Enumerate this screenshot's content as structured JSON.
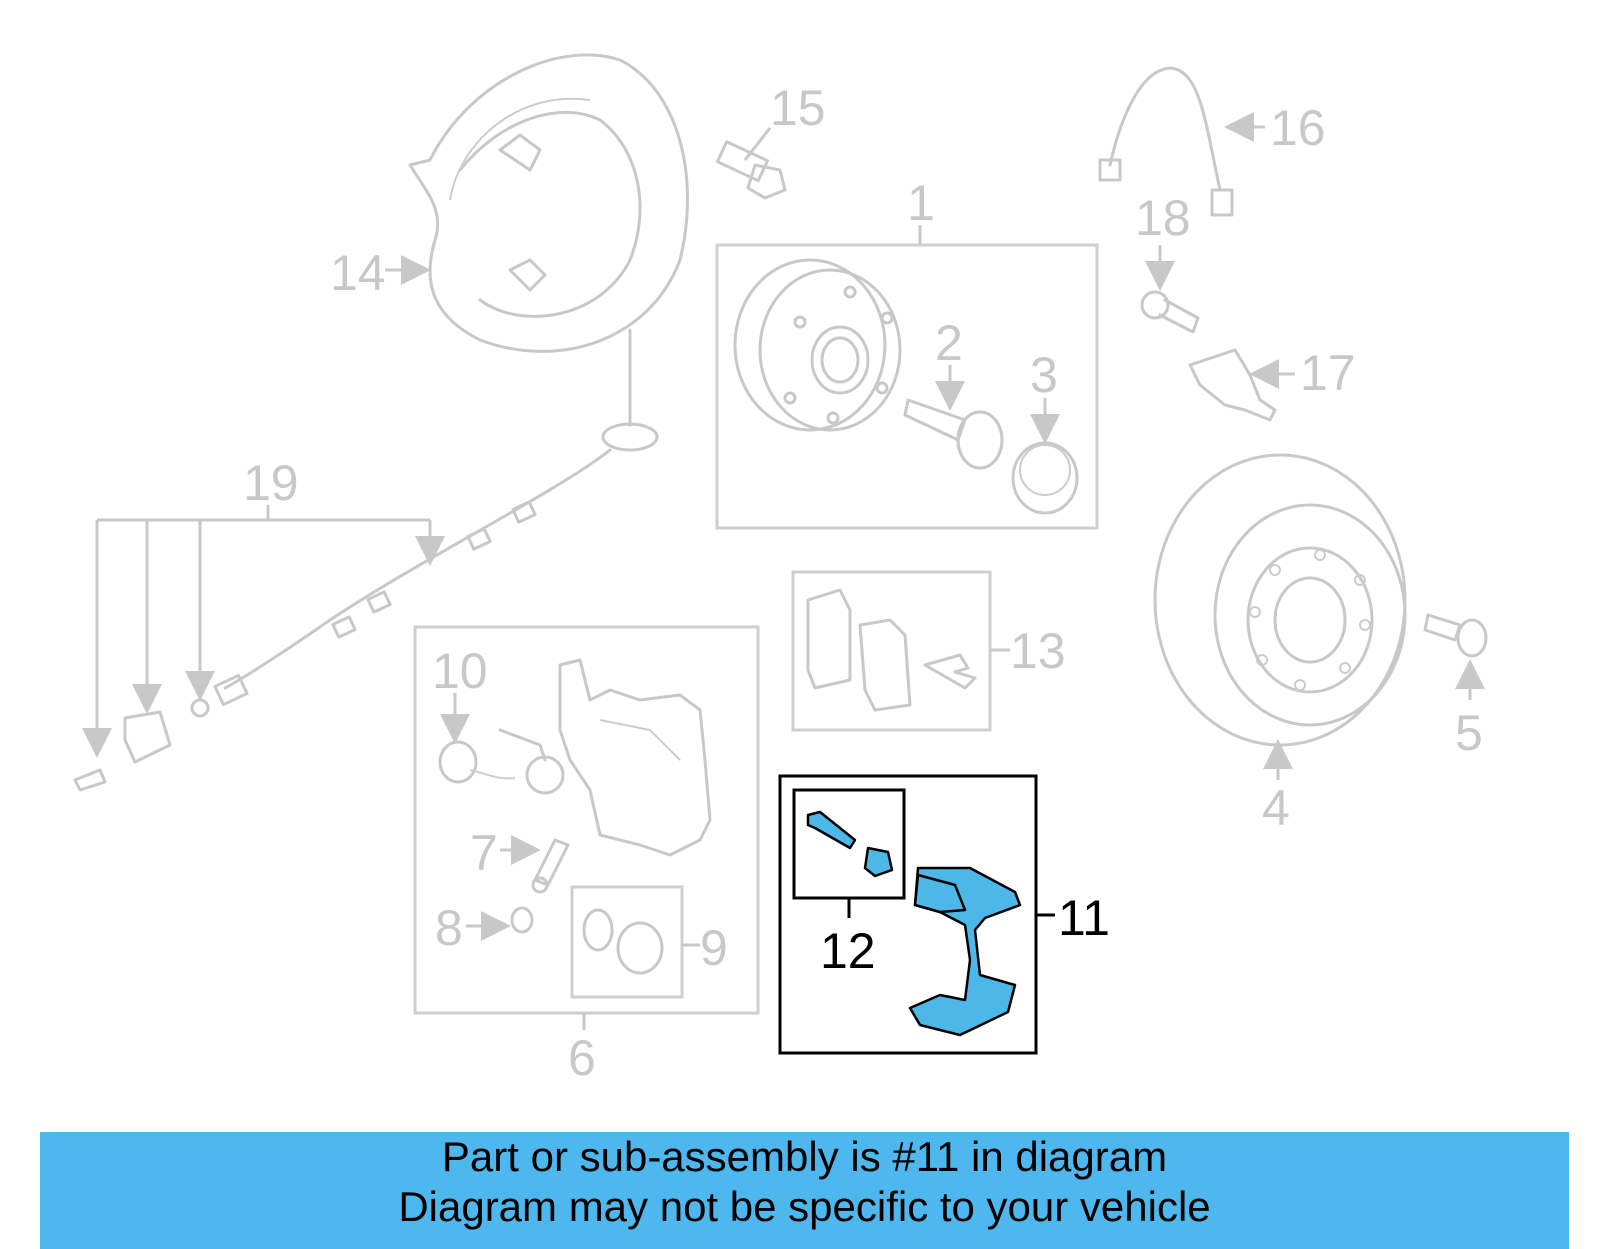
{
  "callouts": {
    "c1": "1",
    "c2": "2",
    "c3": "3",
    "c4": "4",
    "c5": "5",
    "c6": "6",
    "c7": "7",
    "c8": "8",
    "c9": "9",
    "c10": "10",
    "c11": "11",
    "c12": "12",
    "c13": "13",
    "c14": "14",
    "c15": "15",
    "c16": "16",
    "c17": "17",
    "c18": "18",
    "c19": "19"
  },
  "highlight_color": "#4db8e8",
  "banner": {
    "color": "#4eb8ee",
    "line1": "Part or sub-assembly is #11 in diagram",
    "line2": "Diagram may not be specific to your vehicle"
  }
}
